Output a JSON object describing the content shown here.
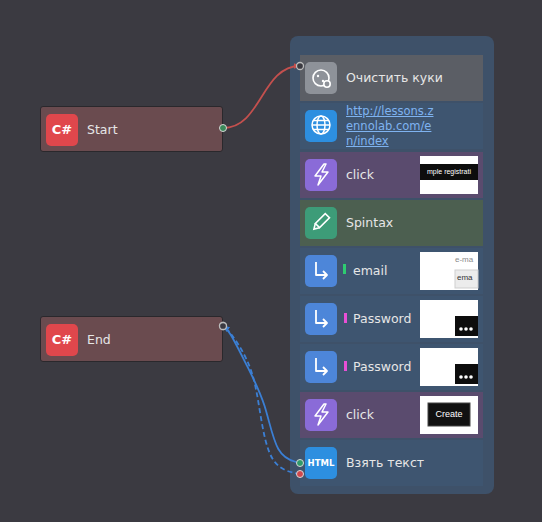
{
  "diagram": {
    "nodes": [
      {
        "text": [
          "C#",
          "Start"
        ]
      },
      {
        "text": [
          "C#",
          "End"
        ]
      },
      {
        "text": []
      },
      {
        "text": [
          "Очистить куки"
        ],
        "in": 2
      },
      {
        "text": [
          "http://lessons.zennolab.com/en/index"
        ],
        "in": 2
      },
      {
        "text": [
          "click",
          "mple registrati"
        ],
        "in": 2
      },
      {
        "text": [
          "Spintax"
        ],
        "in": 2
      },
      {
        "text": [
          "email",
          "e-ma",
          "ema"
        ],
        "in": 2
      },
      {
        "text": [
          "Password"
        ],
        "in": 2
      },
      {
        "text": [
          "Password"
        ],
        "in": 2
      },
      {
        "text": [
          "click",
          "Create"
        ],
        "in": 2
      },
      {
        "text": [
          "HTML",
          "Взять текст"
        ],
        "in": 2
      }
    ],
    "edges": [
      {
        "from": 0,
        "to": 3,
        "arrow": "to"
      },
      {
        "from": 11,
        "to": 1,
        "arrow": "to"
      },
      {
        "from": 11,
        "to": 1,
        "arrow": "to"
      }
    ]
  }
}
